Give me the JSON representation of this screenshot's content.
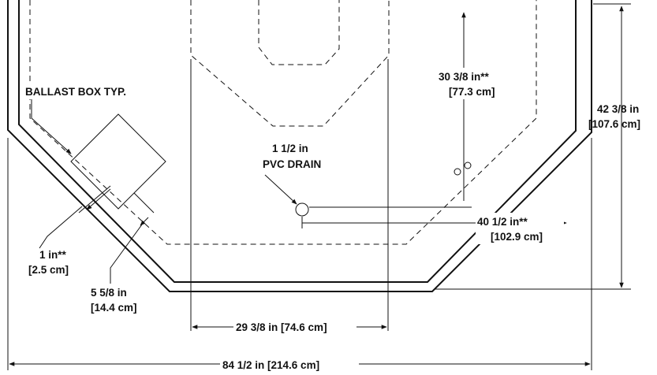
{
  "diagram": {
    "ballast_label": "BALLAST BOX TYP.",
    "drain_label_line1": "1 1/2 in",
    "drain_label_line2": "PVC DRAIN",
    "dim_30": {
      "imperial": "30 3/8 in**",
      "metric": "[77.3 cm]"
    },
    "dim_42": {
      "imperial": "42 3/8 in",
      "metric": "[107.6 cm]"
    },
    "dim_40": {
      "imperial": "40 1/2 in**",
      "metric": "[102.9 cm]"
    },
    "dim_1": {
      "imperial": "1 in**",
      "metric": "[2.5 cm]"
    },
    "dim_5": {
      "imperial": "5 5/8 in",
      "metric": "[14.4 cm]"
    },
    "dim_29": "29 3/8 in [74.6 cm]",
    "dim_84": "84 1/2 in [214.6 cm]"
  },
  "colors": {
    "line": "#111111",
    "background": "#ffffff"
  }
}
